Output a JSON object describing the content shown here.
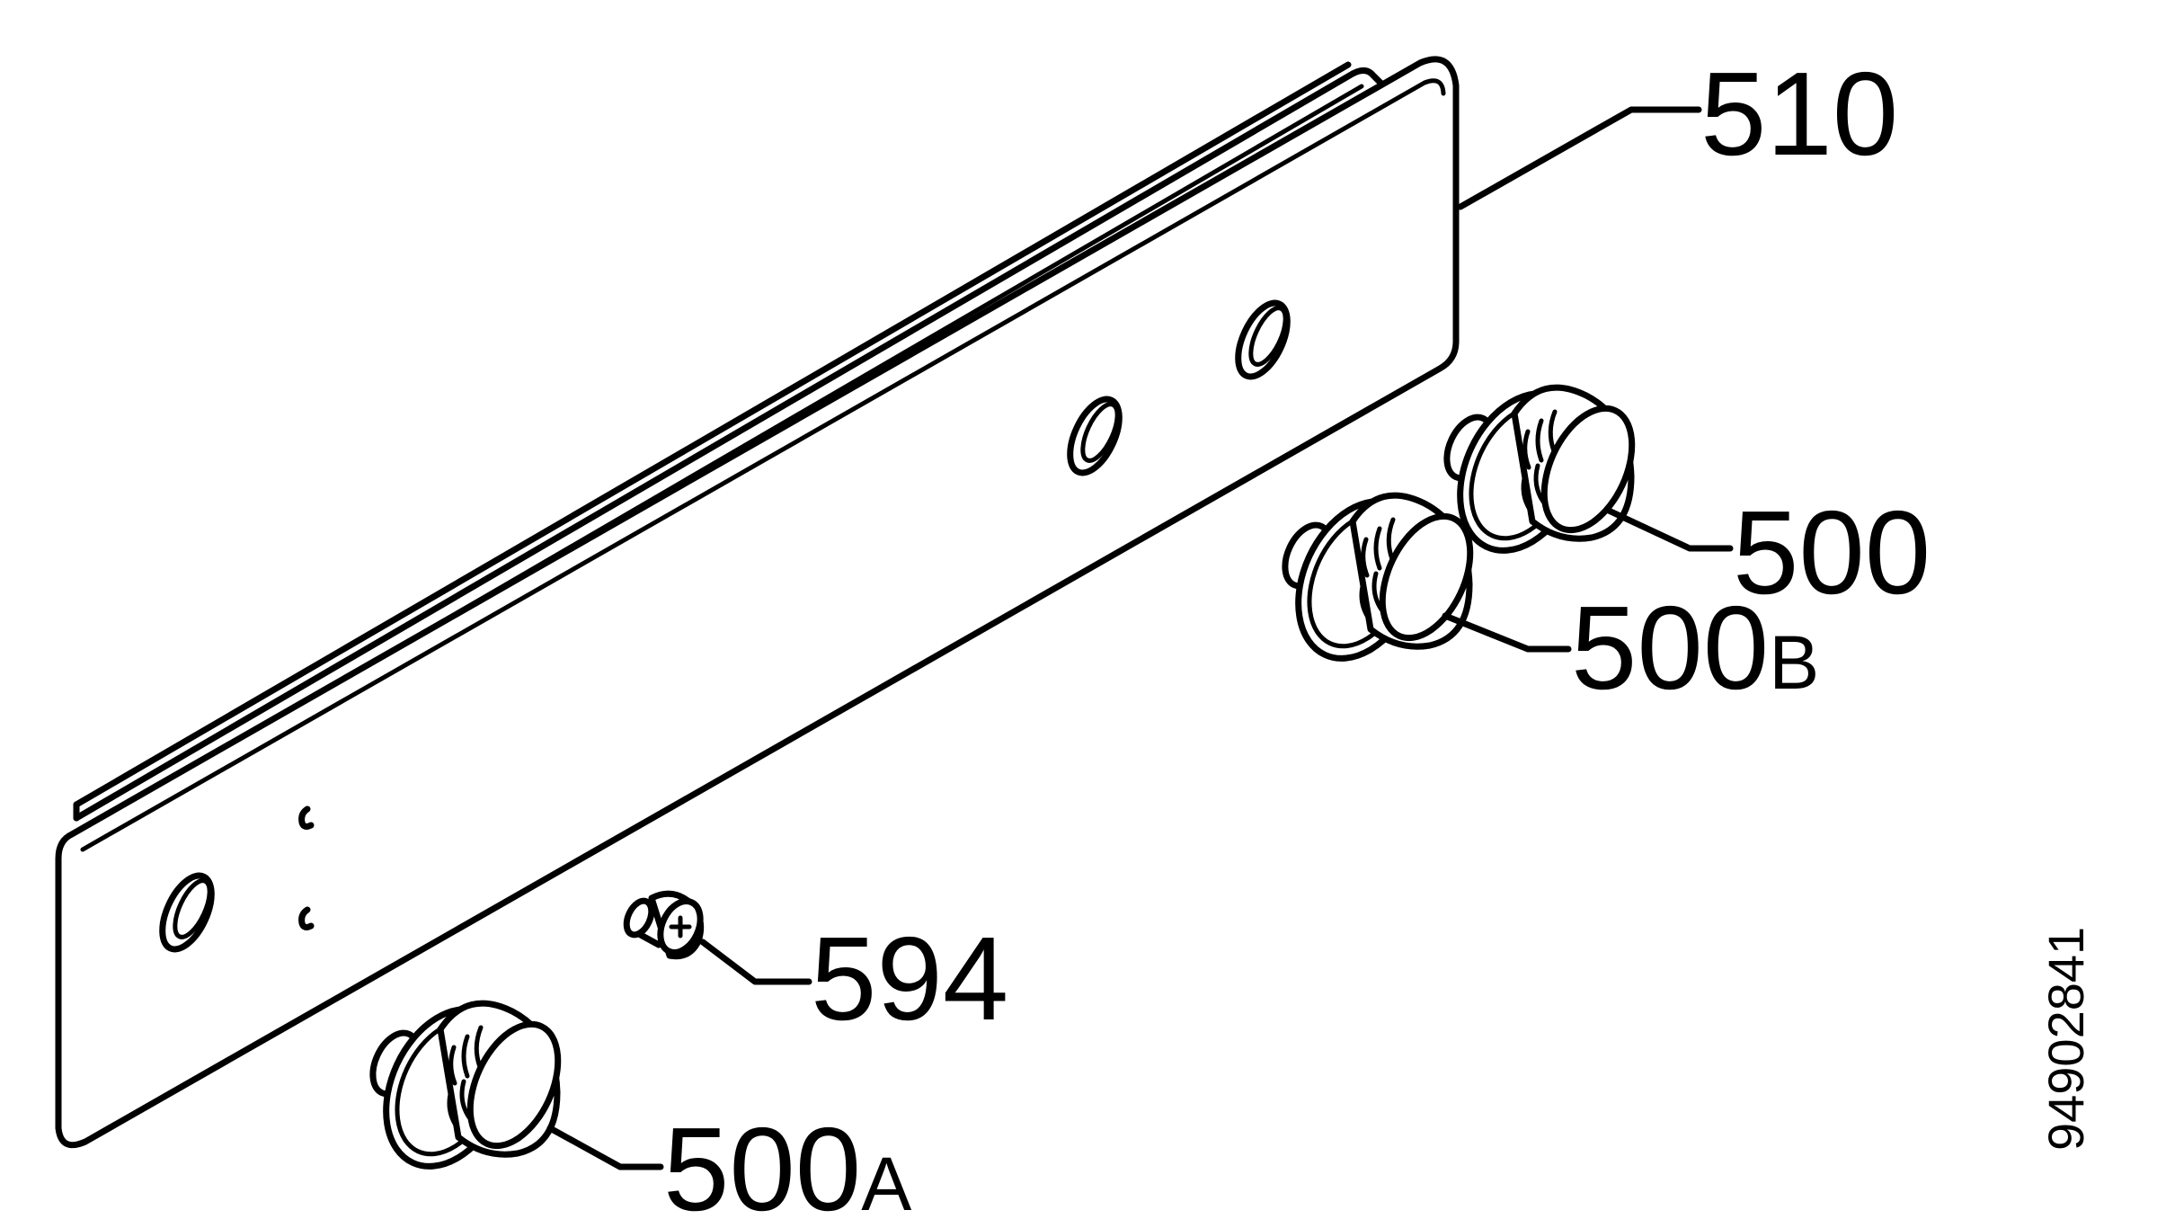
{
  "diagram": {
    "parts": [
      {
        "id": "510",
        "number": "510",
        "suffix": ""
      },
      {
        "id": "500",
        "number": "500",
        "suffix": ""
      },
      {
        "id": "500B",
        "number": "500",
        "suffix": "B"
      },
      {
        "id": "594",
        "number": "594",
        "suffix": ""
      },
      {
        "id": "500A",
        "number": "500",
        "suffix": "A"
      }
    ],
    "drawing_number": "94902841"
  }
}
